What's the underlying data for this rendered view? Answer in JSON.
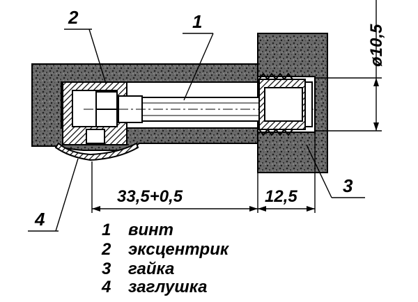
{
  "callouts": {
    "c1": "1",
    "c2": "2",
    "c3": "3",
    "c4": "4"
  },
  "dimensions": {
    "diameter": "ø10,5",
    "length_a": "33,5+0,5",
    "length_b": "12,5"
  },
  "legend": [
    {
      "num": "1",
      "text": "винт"
    },
    {
      "num": "2",
      "text": "эксцентрик"
    },
    {
      "num": "3",
      "text": "гайка"
    },
    {
      "num": "4",
      "text": "заглушка"
    }
  ],
  "colors": {
    "ink": "#000000",
    "paper": "#ffffff",
    "material": "#5a5a5a"
  }
}
